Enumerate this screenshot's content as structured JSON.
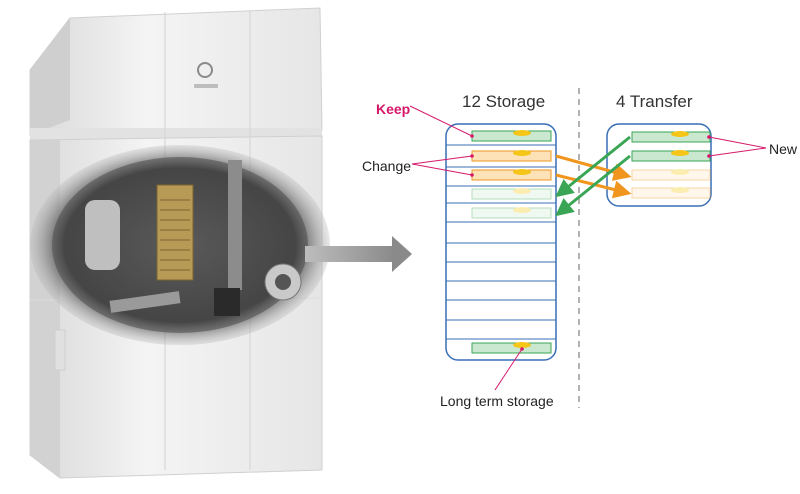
{
  "diagram": {
    "storage_title": "12 Storage",
    "transfer_title": "4 Transfer",
    "label_keep": "Keep",
    "label_change": "Change",
    "label_new": "New",
    "label_long_term": "Long term storage",
    "storage_slot_count": 12,
    "transfer_slot_count": 4,
    "colors": {
      "keep_accent": "#d6186b",
      "box_border": "#3a6fb5",
      "slot_line": "#3a6fb5",
      "green_cartridge": "#7cc48a",
      "orange_cartridge": "#f4b25a",
      "yellow_dot": "#f5c518",
      "green_arrow": "#3aa655",
      "orange_arrow": "#f0961e",
      "machine_body": "#eeeeee"
    }
  }
}
